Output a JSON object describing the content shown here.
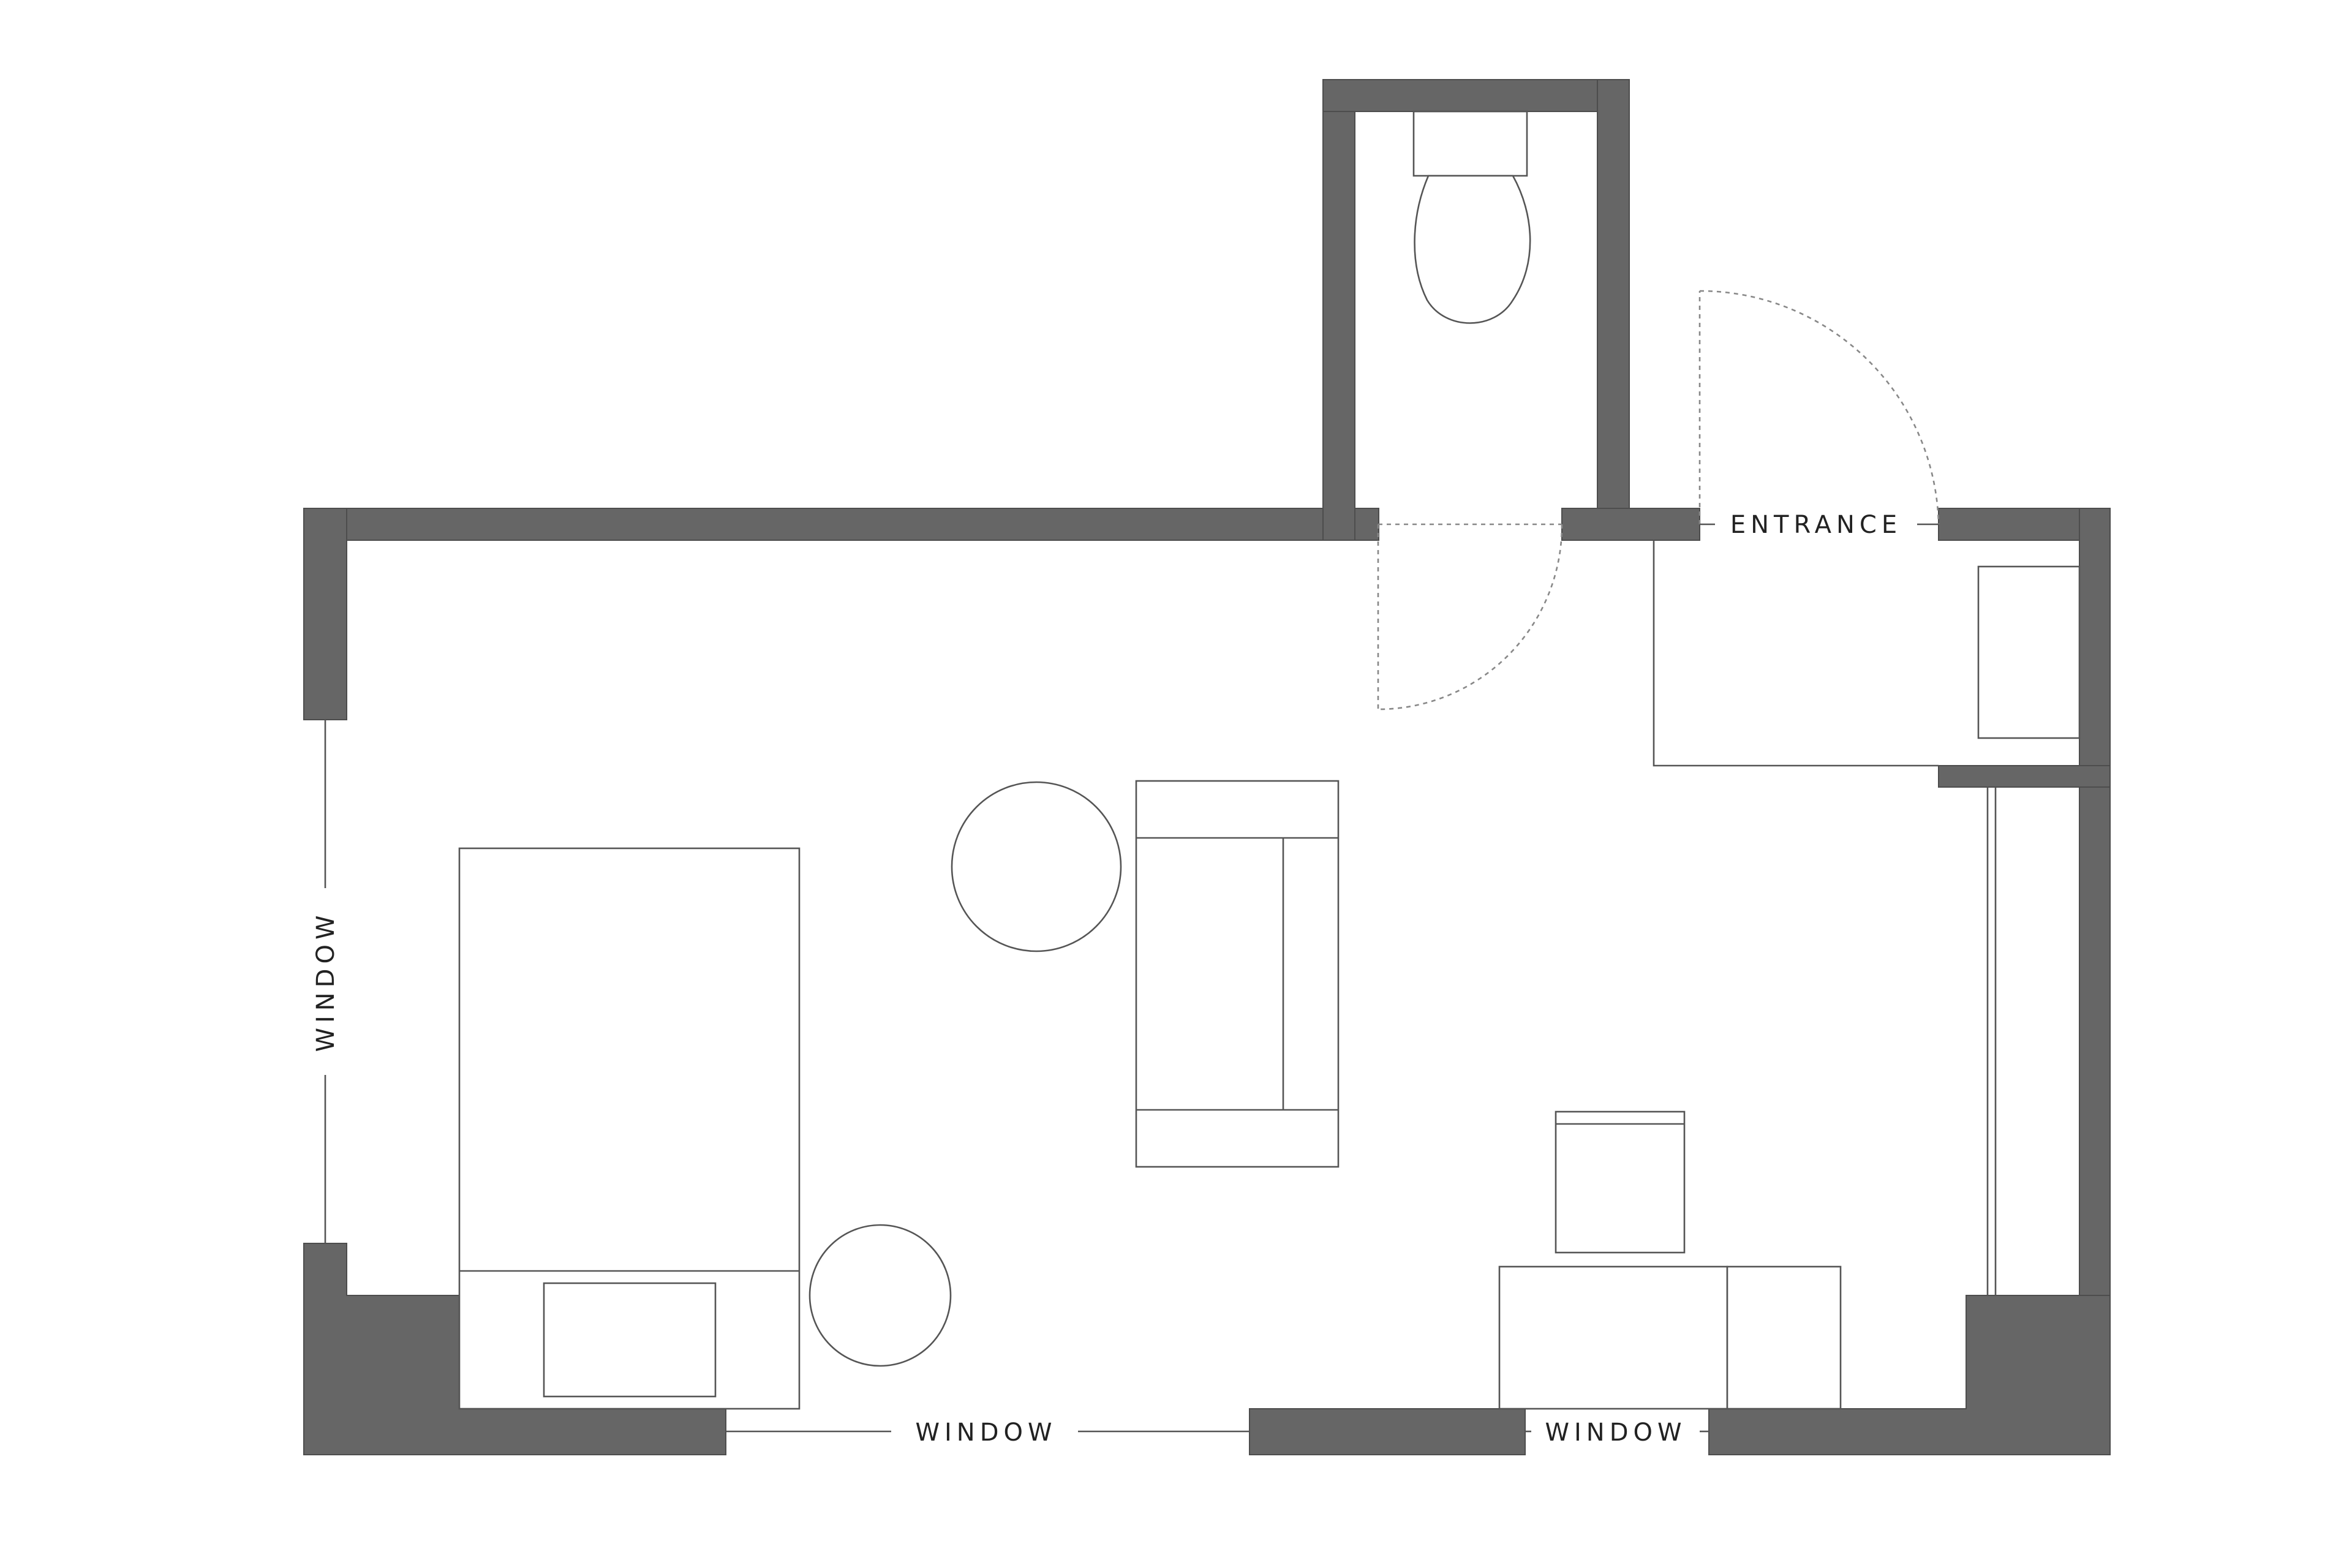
{
  "labels": {
    "entrance": "ENTRANCE",
    "window_left": "WINDOW",
    "window_bottom_left": "WINDOW",
    "window_bottom_right": "WINDOW"
  },
  "colors": {
    "wall": "#666666",
    "line": "#555555",
    "background": "#ffffff"
  }
}
